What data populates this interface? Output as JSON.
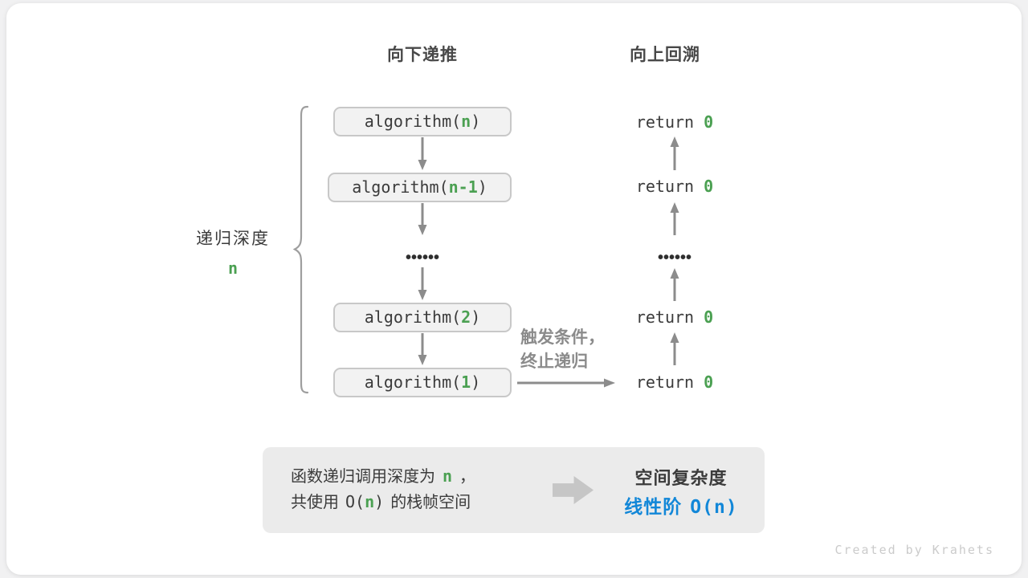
{
  "canvas": {
    "watermark": "Created by Krahets"
  },
  "headers": {
    "recurse_down": "向下递推",
    "backtrack_up": "向上回溯"
  },
  "depth_label": {
    "text": "递归深度",
    "value": "n"
  },
  "ellipsis": "••••••",
  "call_stack": [
    {
      "prefix": "algorithm(",
      "arg": "n",
      "suffix": ")"
    },
    {
      "prefix": "algorithm(",
      "arg": "n-1",
      "suffix": ")"
    },
    {
      "prefix": "algorithm(",
      "arg": "2",
      "suffix": ")"
    },
    {
      "prefix": "algorithm(",
      "arg": "1",
      "suffix": ")"
    }
  ],
  "returns": [
    {
      "prefix": "return",
      "value": "0"
    },
    {
      "prefix": "return",
      "value": "0"
    },
    {
      "prefix": "return",
      "value": "0"
    },
    {
      "prefix": "return",
      "value": "0"
    }
  ],
  "base_case_note": {
    "line1": "触发条件，",
    "line2": "终止递归"
  },
  "summary": {
    "line1_pre": "函数递归调用深度为",
    "line1_n": "n",
    "line1_post": "，",
    "line2_pre": "共使用",
    "line2_code_open": "O(",
    "line2_n": "n",
    "line2_code_close": ")",
    "line2_post": "的栈帧空间",
    "result_title": "空间复杂度",
    "result_label": "线性阶",
    "result_bigO": "O(n)"
  },
  "colors": {
    "green": "#4ba052",
    "blue": "#1287d8",
    "ink": "#3b3b3b",
    "note": "#8b8b8b",
    "arrow": "#8c8c8c",
    "boxbg": "#f2f2f2",
    "boxborder": "#c8c8c8",
    "sumbg": "#ebebeb",
    "wm": "#cbcbcb",
    "header": "#484848"
  }
}
